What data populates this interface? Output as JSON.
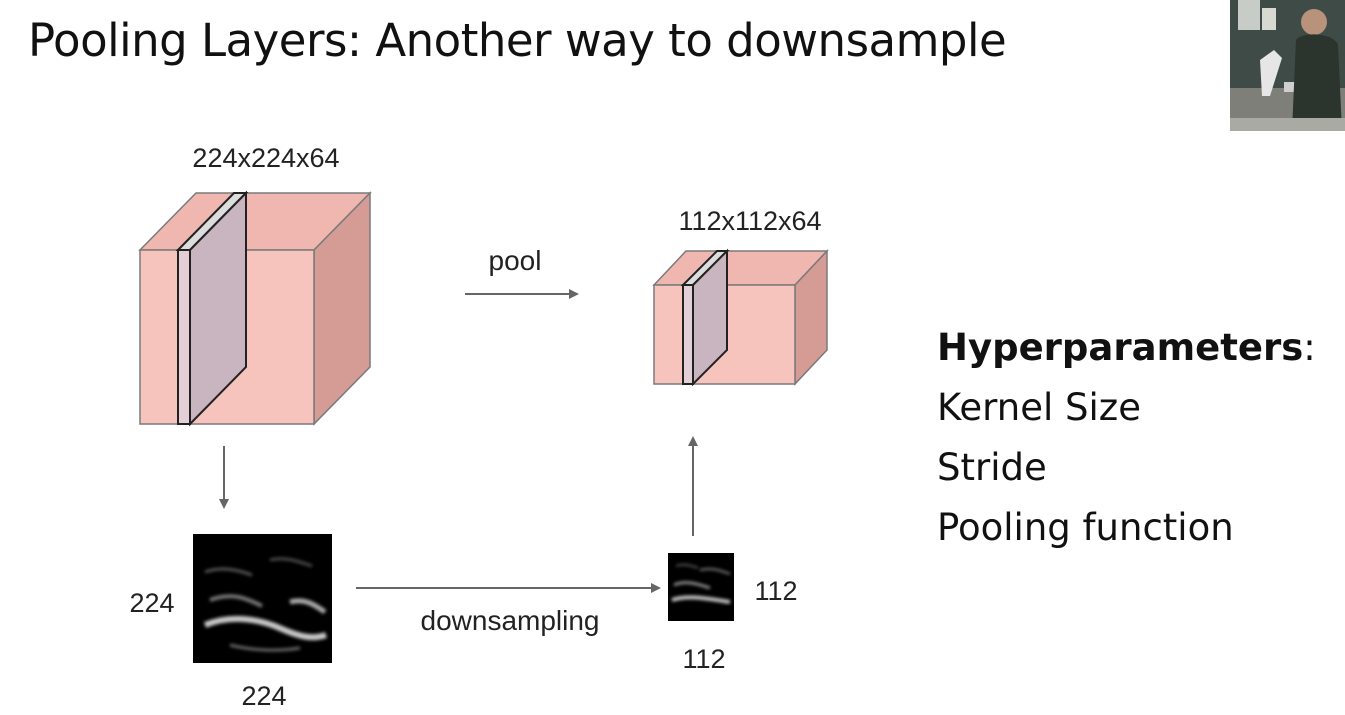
{
  "title": {
    "bold": "Pooling Layers",
    "rest": ": Another way to downsample"
  },
  "diagram": {
    "input_volume_label": "224x224x64",
    "output_volume_label": "112x112x64",
    "pool_label": "pool",
    "downsampling_label": "downsampling",
    "input_map_height": "224",
    "input_map_width": "224",
    "output_map_height": "112",
    "output_map_width": "112"
  },
  "hyperparameters": {
    "heading": "Hyperparameters",
    "colon": ":",
    "items": [
      "Kernel Size",
      "Stride",
      "Pooling function"
    ]
  },
  "colors": {
    "volume_front": "#f6c4bd",
    "volume_top": "#efb7b0",
    "volume_side": "#d49c94",
    "slice": "#c9b5bf",
    "arrow": "#666666"
  }
}
